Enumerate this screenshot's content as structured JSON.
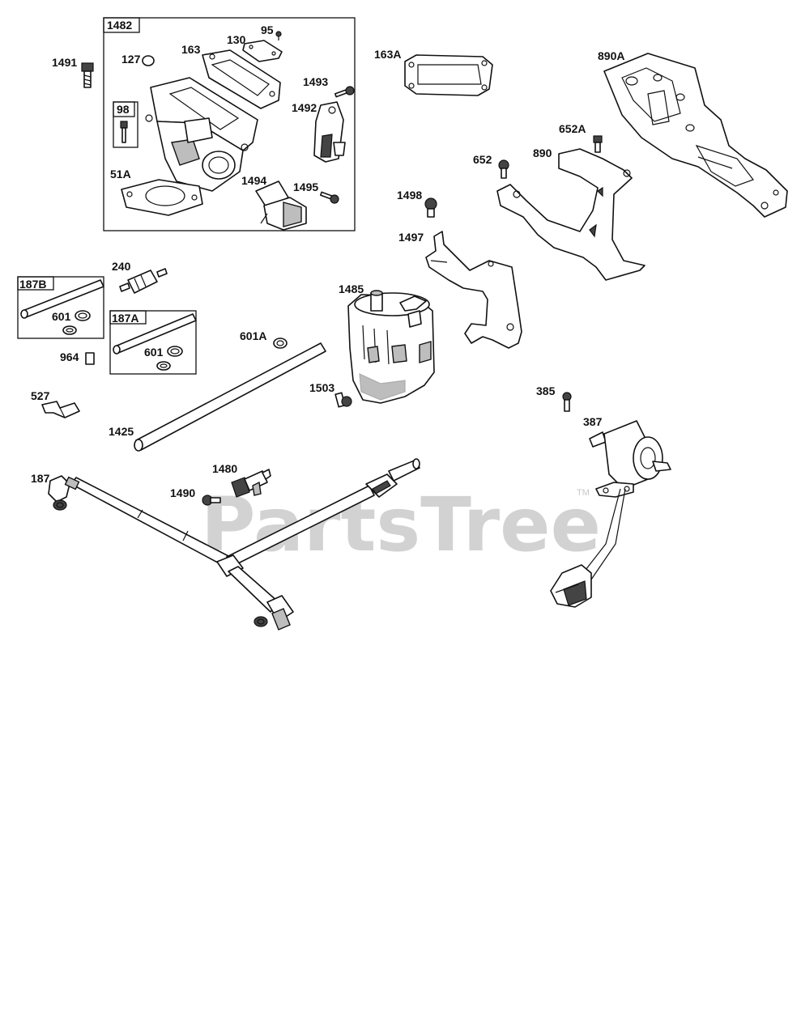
{
  "watermark": {
    "text": "PartsTree",
    "tm": "TM"
  },
  "kits": {
    "k1482": "1482",
    "k98": "98",
    "k187B": "187B",
    "k187A": "187A"
  },
  "labels": {
    "l1491": "1491",
    "l127": "127",
    "l163": "163",
    "l130": "130",
    "l95": "95",
    "l1493": "1493",
    "l1492": "1492",
    "l51A": "51A",
    "l1494": "1494",
    "l1495": "1495",
    "l163A": "163A",
    "l890A": "890A",
    "l652A": "652A",
    "l652": "652",
    "l890": "890",
    "l1498": "1498",
    "l1497": "1497",
    "l240": "240",
    "l601a": "601",
    "l601b": "601",
    "l601A": "601A",
    "l1485": "1485",
    "l964": "964",
    "l527": "527",
    "l1503": "1503",
    "l385": "385",
    "l387": "387",
    "l1425": "1425",
    "l187": "187",
    "l1480": "1480",
    "l1490": "1490"
  }
}
